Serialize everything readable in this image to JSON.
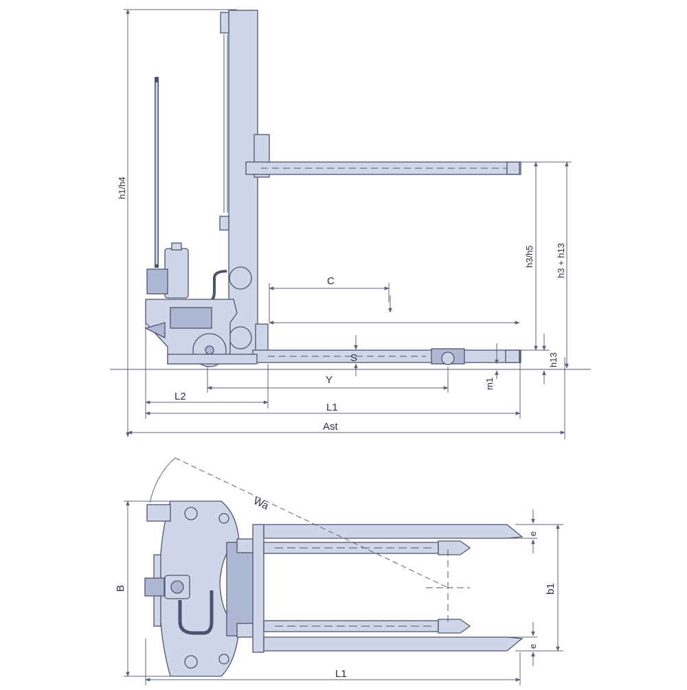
{
  "colors": {
    "fill": "#cfd6e8",
    "fill_dark": "#aeb8d2",
    "line": "#4c5370",
    "dim": "#5c6078"
  },
  "labels": {
    "h1_h4": "h1/h4",
    "h3_h5": "h3/h5",
    "h3_h13": "h3 + h13",
    "h13": "h13",
    "c": "C",
    "s": "S",
    "y": "Y",
    "m1": "m1",
    "l2": "L2",
    "l1": "L1",
    "ast": "Ast",
    "wa": "Wa",
    "b": "B",
    "b1": "b1",
    "e": "e",
    "l1_top": "L1"
  }
}
